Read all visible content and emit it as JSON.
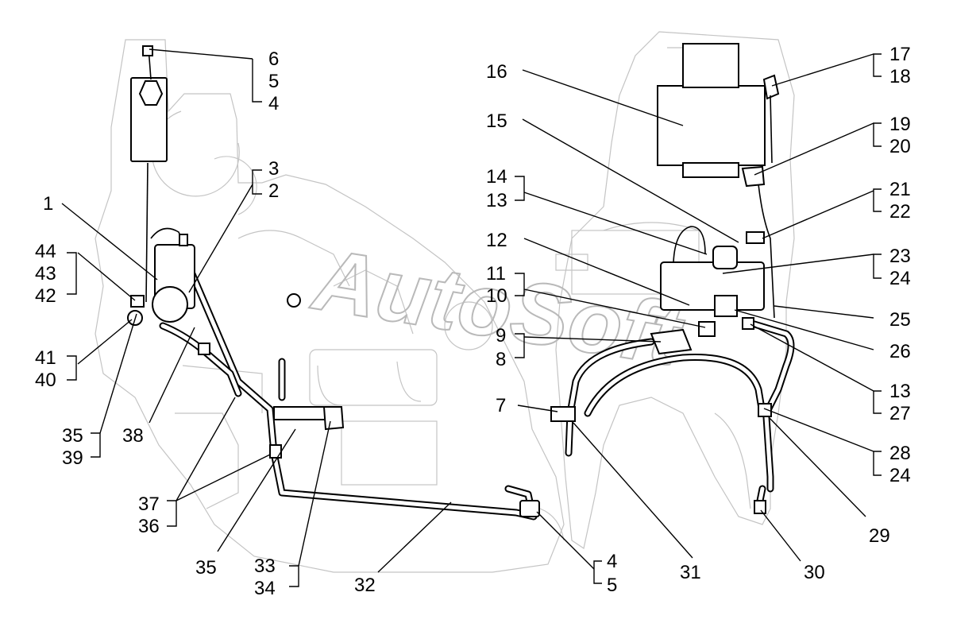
{
  "watermark": "AutoSoft",
  "labels": [
    {
      "id": "l6",
      "text": "6"
    },
    {
      "id": "l5a",
      "text": "5"
    },
    {
      "id": "l4a",
      "text": "4"
    },
    {
      "id": "l3",
      "text": "3"
    },
    {
      "id": "l2",
      "text": "2"
    },
    {
      "id": "l1",
      "text": "1"
    },
    {
      "id": "l44",
      "text": "44"
    },
    {
      "id": "l43",
      "text": "43"
    },
    {
      "id": "l42",
      "text": "42"
    },
    {
      "id": "l41",
      "text": "41"
    },
    {
      "id": "l40",
      "text": "40"
    },
    {
      "id": "l35a",
      "text": "35"
    },
    {
      "id": "l39",
      "text": "39"
    },
    {
      "id": "l38",
      "text": "38"
    },
    {
      "id": "l37",
      "text": "37"
    },
    {
      "id": "l36",
      "text": "36"
    },
    {
      "id": "l35b",
      "text": "35"
    },
    {
      "id": "l33",
      "text": "33"
    },
    {
      "id": "l34",
      "text": "34"
    },
    {
      "id": "l32",
      "text": "32"
    },
    {
      "id": "l4b",
      "text": "4"
    },
    {
      "id": "l5b",
      "text": "5"
    },
    {
      "id": "l16",
      "text": "16"
    },
    {
      "id": "l15",
      "text": "15"
    },
    {
      "id": "l14",
      "text": "14"
    },
    {
      "id": "l13a",
      "text": "13"
    },
    {
      "id": "l12",
      "text": "12"
    },
    {
      "id": "l11",
      "text": "11"
    },
    {
      "id": "l10",
      "text": "10"
    },
    {
      "id": "l9",
      "text": "9"
    },
    {
      "id": "l8",
      "text": "8"
    },
    {
      "id": "l7",
      "text": "7"
    },
    {
      "id": "l31",
      "text": "31"
    },
    {
      "id": "l30",
      "text": "30"
    },
    {
      "id": "l29",
      "text": "29"
    },
    {
      "id": "l17",
      "text": "17"
    },
    {
      "id": "l18",
      "text": "18"
    },
    {
      "id": "l19",
      "text": "19"
    },
    {
      "id": "l20",
      "text": "20"
    },
    {
      "id": "l21",
      "text": "21"
    },
    {
      "id": "l22",
      "text": "22"
    },
    {
      "id": "l23",
      "text": "23"
    },
    {
      "id": "l24a",
      "text": "24"
    },
    {
      "id": "l25",
      "text": "25"
    },
    {
      "id": "l26",
      "text": "26"
    },
    {
      "id": "l13b",
      "text": "13"
    },
    {
      "id": "l27",
      "text": "27"
    },
    {
      "id": "l28",
      "text": "28"
    },
    {
      "id": "l24b",
      "text": "24"
    }
  ]
}
